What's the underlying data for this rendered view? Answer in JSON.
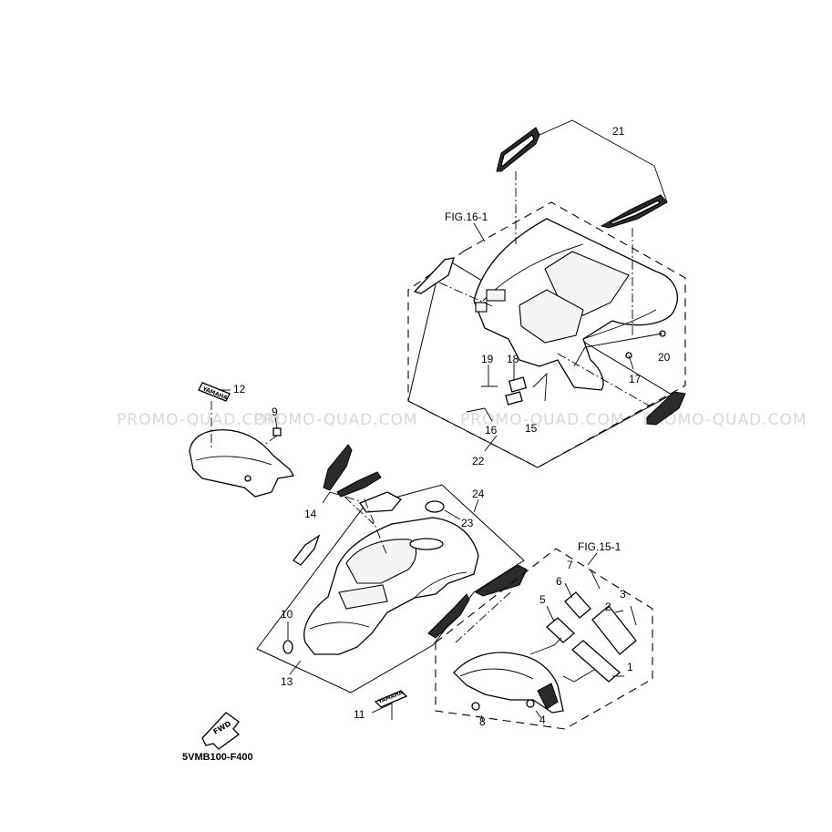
{
  "diagram": {
    "code": "5VMB100-F400",
    "watermark": "PROMO-QUAD.COM",
    "fig_refs": [
      "FIG.16-1",
      "FIG.15-1"
    ],
    "badge_fwd": "FWD",
    "decal_text": "YAMAHA",
    "callouts": [
      "1",
      "2",
      "3",
      "4",
      "5",
      "6",
      "7",
      "8",
      "9",
      "10",
      "11",
      "12",
      "13",
      "14",
      "15",
      "16",
      "17",
      "18",
      "19",
      "20",
      "21",
      "22",
      "23",
      "24"
    ]
  }
}
